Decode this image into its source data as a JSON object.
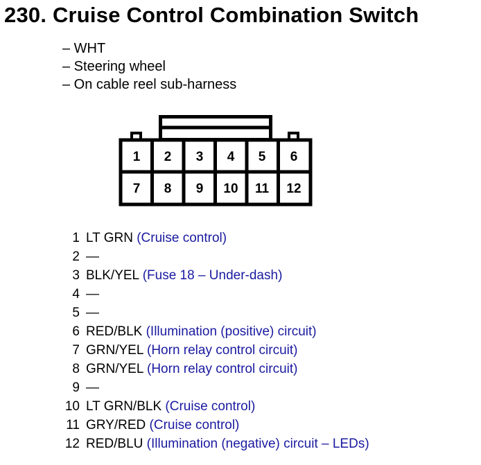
{
  "title": "230. Cruise Control Combination Switch",
  "notes": [
    "– WHT",
    "– Steering wheel",
    "– On cable reel sub-harness"
  ],
  "connector": {
    "top_row": [
      "1",
      "2",
      "3",
      "4",
      "5",
      "6"
    ],
    "bottom_row": [
      "7",
      "8",
      "9",
      "10",
      "11",
      "12"
    ]
  },
  "wires": [
    {
      "num": "1",
      "color": "LT GRN",
      "desc": "(Cruise control)"
    },
    {
      "num": "2",
      "color": "—",
      "desc": ""
    },
    {
      "num": "3",
      "color": "BLK/YEL",
      "desc": "(Fuse 18 – Under-dash)"
    },
    {
      "num": "4",
      "color": "—",
      "desc": ""
    },
    {
      "num": "5",
      "color": "—",
      "desc": ""
    },
    {
      "num": "6",
      "color": "RED/BLK",
      "desc": "(Illumination (positive) circuit)"
    },
    {
      "num": "7",
      "color": "GRN/YEL",
      "desc": "(Horn relay control circuit)"
    },
    {
      "num": "8",
      "color": "GRN/YEL",
      "desc": "(Horn relay control circuit)"
    },
    {
      "num": "9",
      "color": "—",
      "desc": ""
    },
    {
      "num": "10",
      "color": "LT GRN/BLK",
      "desc": "(Cruise control)"
    },
    {
      "num": "11",
      "color": "GRY/RED",
      "desc": "(Cruise control)"
    },
    {
      "num": "12",
      "color": "RED/BLU",
      "desc": "(Illumination (negative) circuit – LEDs)"
    }
  ]
}
